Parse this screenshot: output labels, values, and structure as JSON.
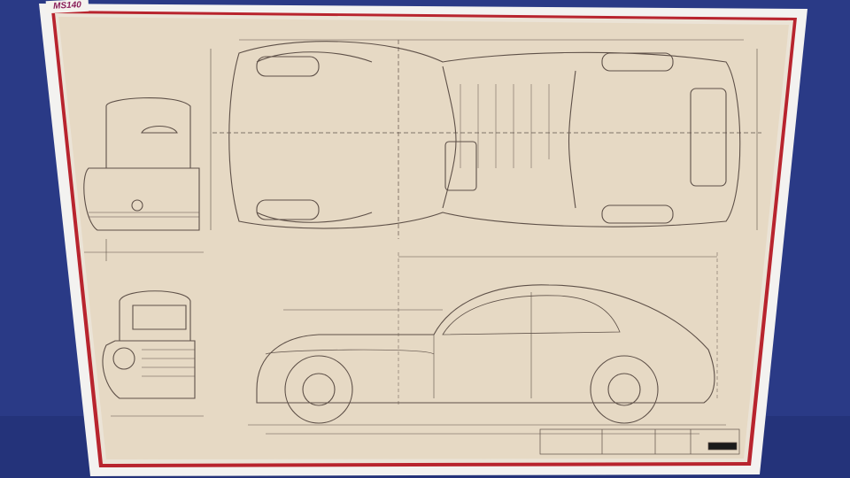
{
  "label": {
    "text": "MS140"
  },
  "colors": {
    "background": "#2a3a86",
    "frame": "#f3f2f0",
    "mat_line": "#b8242e",
    "paper": "#e8dcc8",
    "ink": "#5a4c44"
  },
  "drawing": {
    "subject": "car-blueprint",
    "views": [
      "front-view",
      "top-view",
      "side-view"
    ]
  }
}
